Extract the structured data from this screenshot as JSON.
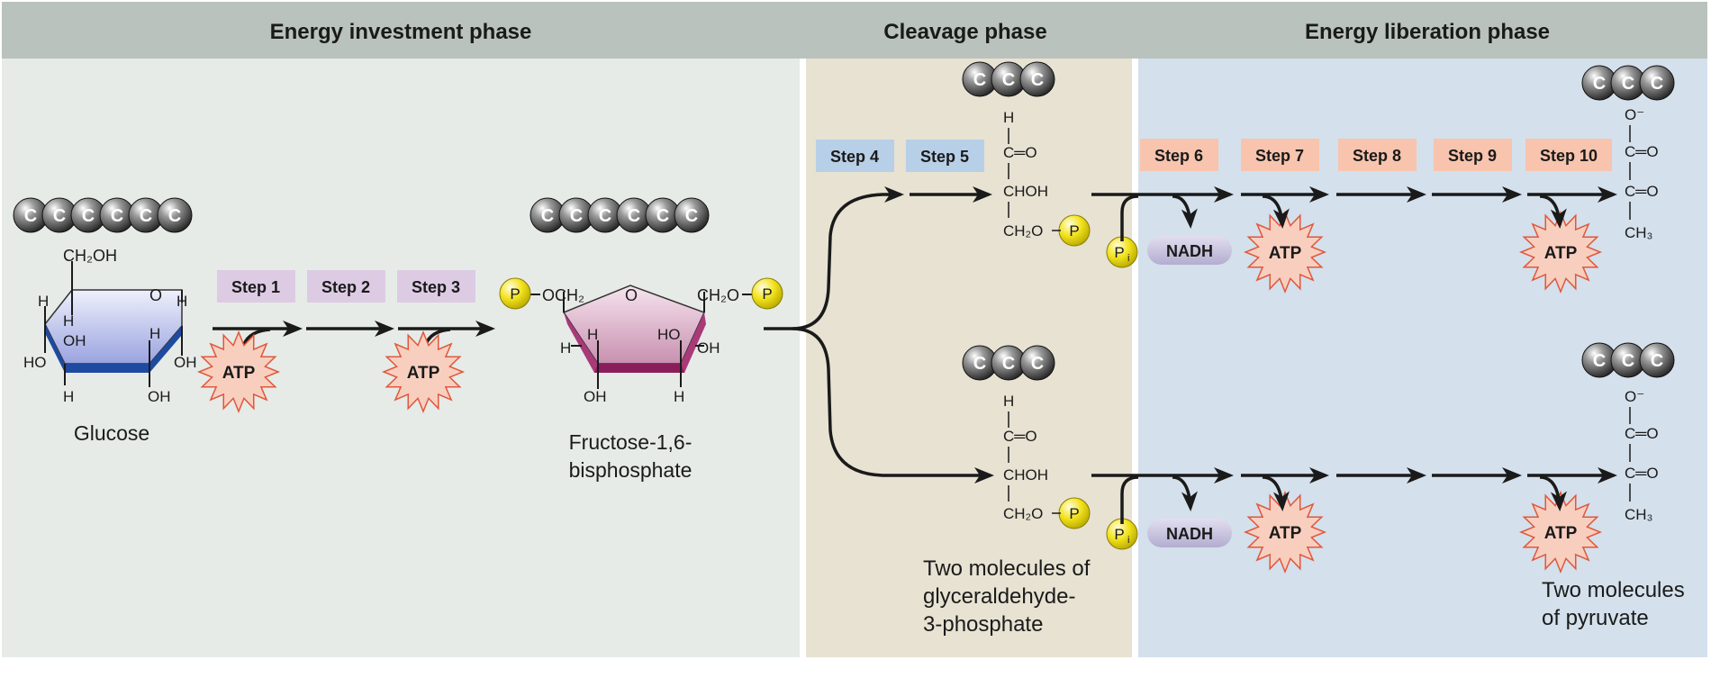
{
  "phases": {
    "investment": "Energy investment phase",
    "cleavage": "Cleavage phase",
    "liberation": "Energy liberation phase"
  },
  "steps": [
    "Step 1",
    "Step 2",
    "Step 3",
    "Step 4",
    "Step 5",
    "Step 6",
    "Step 7",
    "Step 8",
    "Step 9",
    "Step 10"
  ],
  "carbon": "C",
  "atp": "ATP",
  "nadh": "NADH",
  "phosphate": "P",
  "pi": "P",
  "pi_sub": "i",
  "glucose": {
    "name": "Glucose",
    "ch2oh": "CH₂OH",
    "o": "O",
    "h": "H",
    "oh": "OH",
    "ho": "HO"
  },
  "fructose": {
    "name_line1": "Fructose-1,6-",
    "name_line2": "bisphosphate",
    "och2": "OCH₂",
    "ch2o": "CH₂O",
    "o": "O",
    "h": "H",
    "ho": "HO",
    "oh": "OH"
  },
  "g3p": {
    "h": "H",
    "c_o": "C═O",
    "chatom": "CHOH",
    "ch2o": "CH₂O",
    "caption_line1": "Two molecules of",
    "caption_line2": "glyceraldehyde-",
    "caption_line3": "3-phosphate"
  },
  "pyruvate": {
    "o_minus": "O⁻",
    "c_o": "C═O",
    "ch3": "CH₃",
    "caption_line1": "Two molecules",
    "caption_line2": "of pyruvate"
  },
  "colors": {
    "header": "#b9c2bd",
    "investment_bg": "#e6ebe7",
    "cleavage_bg": "#e7e2d2",
    "liberation_bg": "#d4e0ec",
    "step_purple": "#ddcbe3",
    "step_blue": "#b8cfe8",
    "step_orange": "#f8c4ad",
    "atp_fill": "#f8cfbf",
    "atp_stroke": "#e0583c",
    "nadh": "#c8c4dc",
    "phosphate": "#f3e31e"
  }
}
